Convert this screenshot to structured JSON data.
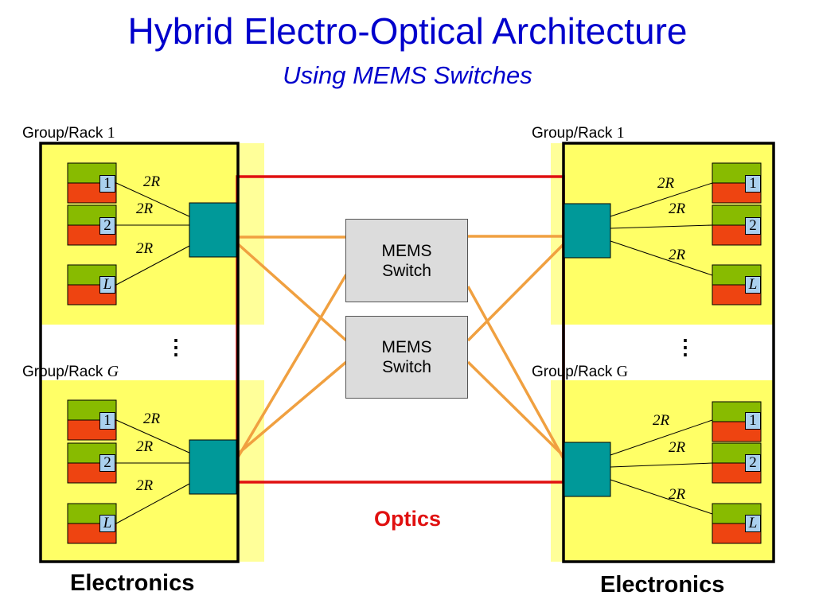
{
  "title": "Hybrid Electro-Optical Architecture",
  "subtitle": "Using MEMS Switches",
  "rack_label": "Group/Rack",
  "racks": {
    "left_top": "1",
    "left_bottom": "G",
    "right_top": "1",
    "right_bottom": "G"
  },
  "rate_label": "2R",
  "ports": [
    "1",
    "2",
    "L"
  ],
  "mems_switches": [
    {
      "line1": "MEMS",
      "line2": "Switch"
    },
    {
      "line1": "MEMS",
      "line2": "Switch"
    }
  ],
  "optics_label": "Optics",
  "electronics_label": "Electronics",
  "ellipsis": "⋮",
  "colors": {
    "title": "#0000cc",
    "rack_fill": "#ffff66",
    "shadow_fill": "#ffff99",
    "server_top": "#88bb00",
    "server_bottom": "#ee4411",
    "port_id_fill": "#aad0ee",
    "switch_fill": "#009999",
    "optical_link": "#f0a040",
    "optics_border": "#e01010",
    "mems_fill": "#dcdcdc"
  }
}
